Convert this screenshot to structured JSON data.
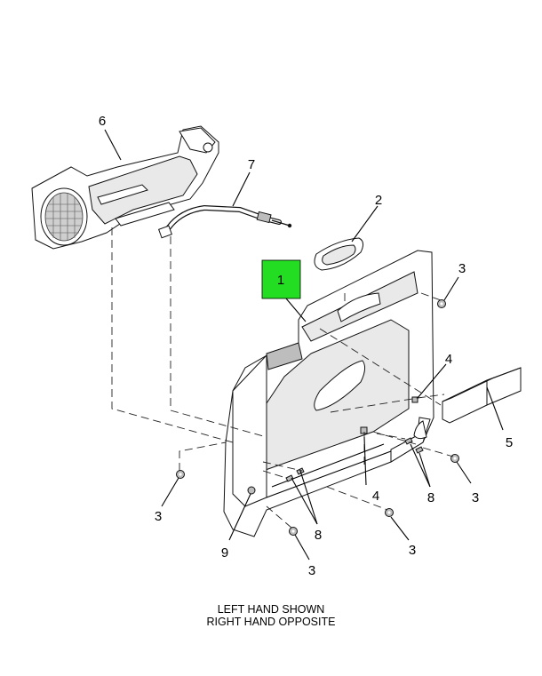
{
  "callouts": {
    "c1": "1",
    "c2": "2",
    "c3a": "3",
    "c3b": "3",
    "c3c": "3",
    "c3d": "3",
    "c3e": "3",
    "c4a": "4",
    "c4b": "4",
    "c5": "5",
    "c6": "6",
    "c7": "7",
    "c8a": "8",
    "c8b": "8",
    "c9": "9"
  },
  "caption": {
    "line1": "LEFT HAND SHOWN",
    "line2": "RIGHT HAND OPPOSITE"
  },
  "colors": {
    "highlight": "#22dd22"
  }
}
